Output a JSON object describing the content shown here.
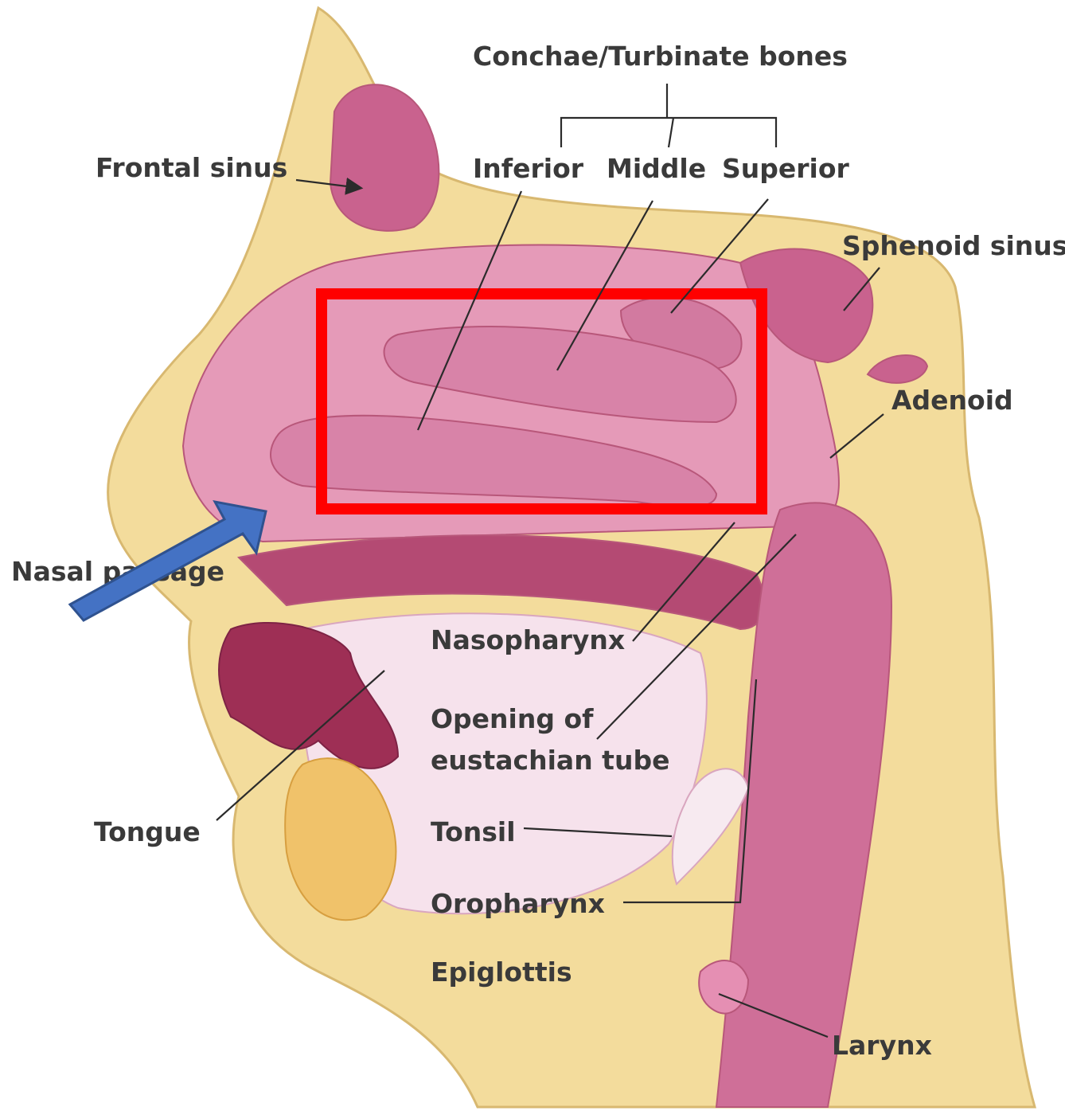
{
  "labels": {
    "conchae": "Conchae/Turbinate bones",
    "inferior": "Inferior",
    "middle": "Middle",
    "superior": "Superior",
    "frontal_sinus": "Frontal sinus",
    "sphenoid_sinus": "Sphenoid sinus",
    "adenoid": "Adenoid",
    "nasal_passage": "Nasal passage",
    "nasopharynx": "Nasopharynx",
    "opening_line1": "Opening of",
    "opening_line2": "eustachian tube",
    "tongue": "Tongue",
    "tonsil": "Tonsil",
    "oropharynx": "Oropharynx",
    "epiglottis": "Epiglottis",
    "larynx": "Larynx"
  },
  "colors": {
    "bone": "#f3dc9c",
    "tissue": "#d9789c",
    "tissue_dark": "#a83a62",
    "cavity": "#f0c8dc",
    "highlight_box": "#ff0000",
    "arrow": "#4472c4"
  }
}
